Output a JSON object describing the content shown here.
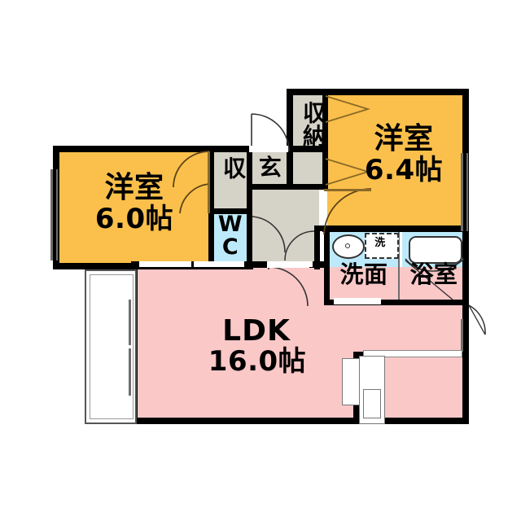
{
  "plan": {
    "type": "japanese-apartment-floor-plan",
    "layout_code": "2LDK",
    "colors": {
      "bedroom": "#FBC04B",
      "ldk": "#FBC8C8",
      "wet_area": "#BDEAFA",
      "entry_hall": "#D5D2C8",
      "wall": "#000000",
      "thin_line": "#6E6E6E",
      "background": "#FFFFFF"
    },
    "rooms": [
      {
        "id": "bedroom-west",
        "name_jp": "洋室",
        "size": "6.0帖",
        "color": "#FBC04B"
      },
      {
        "id": "bedroom-east",
        "name_jp": "洋室",
        "size": "6.4帖",
        "color": "#FBC04B"
      },
      {
        "id": "ldk",
        "name_jp": "LDK",
        "size": "16.0帖",
        "color": "#FBC8C8"
      },
      {
        "id": "closet-west",
        "name_jp": "収",
        "size": "",
        "color": "#D5D2C8"
      },
      {
        "id": "closet-east",
        "name_jp": "収納",
        "size": "",
        "color": "#D5D2C8"
      },
      {
        "id": "toilet",
        "name_jp": "WC",
        "size": "",
        "color": "#BDEAFA"
      },
      {
        "id": "entrance",
        "name_jp": "玄",
        "size": "",
        "color": "#D5D2C8"
      },
      {
        "id": "washroom",
        "name_jp": "洗面",
        "size": "",
        "color": "#BDEAFA"
      },
      {
        "id": "bathroom",
        "name_jp": "浴室",
        "size": "",
        "color": "#BDEAFA"
      }
    ],
    "labels": {
      "bedroom_west_name": "洋室",
      "bedroom_west_size": "6.0帖",
      "bedroom_east_name": "洋室",
      "bedroom_east_size": "6.4帖",
      "ldk_name": "LDK",
      "ldk_size": "16.0帖",
      "closet_west": "収",
      "closet_east": "収納",
      "toilet_w": "W",
      "toilet_c": "C",
      "entrance": "玄",
      "washroom": "洗面",
      "bathroom": "浴室",
      "washer": "洗"
    },
    "fixtures": [
      {
        "id": "bathtub",
        "name": "bathtub"
      },
      {
        "id": "vanity-sink",
        "name": "vanity-sink-basin"
      },
      {
        "id": "washer-slot",
        "name": "washing-machine-space"
      },
      {
        "id": "kitchen-counter",
        "name": "kitchen-counter"
      },
      {
        "id": "kitchen-sink",
        "name": "kitchen-sink"
      },
      {
        "id": "balcony-west",
        "name": "balcony"
      }
    ]
  }
}
